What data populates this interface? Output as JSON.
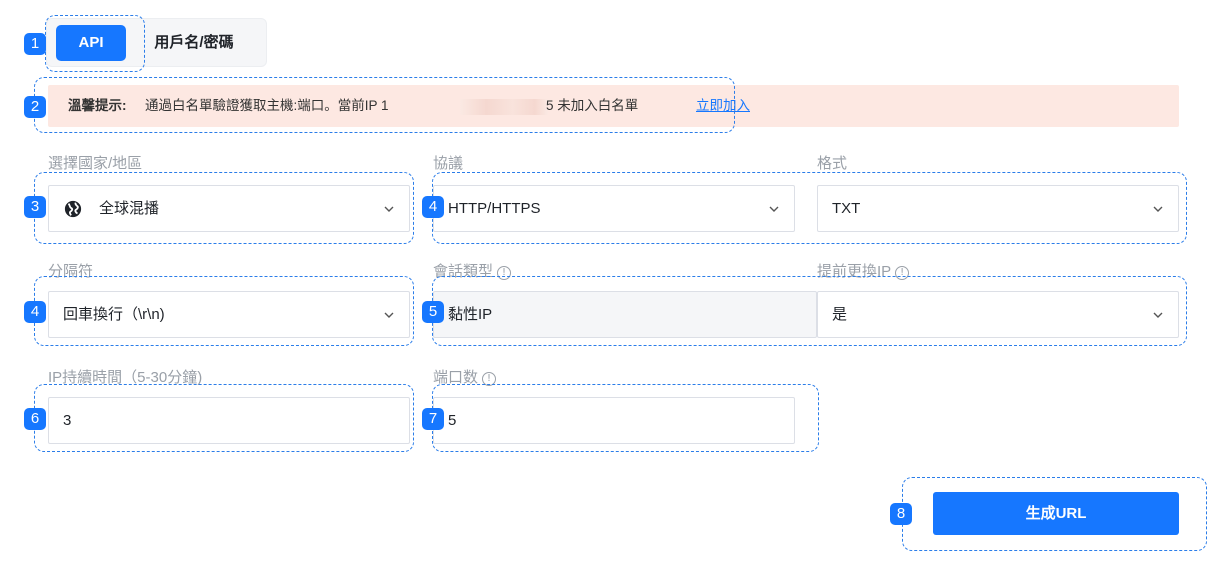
{
  "tabs": {
    "api_label": "API",
    "user_pass_label": "用戶名/密碼"
  },
  "notice": {
    "label": "溫馨提示:",
    "text": "通過白名單驗證獲取主機:端口。當前IP 1",
    "after_ip": "5 未加入白名單",
    "link": "立即加入"
  },
  "fields": {
    "country": {
      "label": "選擇國家/地區",
      "value": "全球混播",
      "icon": "globe-icon"
    },
    "protocol": {
      "label": "協議",
      "value": "HTTP/HTTPS"
    },
    "format": {
      "label": "格式",
      "value": "TXT"
    },
    "separator": {
      "label": "分隔符",
      "value": "回車換行（\\r\\n)"
    },
    "session_type": {
      "label": "會話類型",
      "value": "黏性IP"
    },
    "rotate_ip": {
      "label": "提前更換IP",
      "value": "是"
    },
    "ip_duration": {
      "label": "IP持續時間（5-30分鐘)",
      "value": "3"
    },
    "port_count": {
      "label": "端口数",
      "value": "5"
    }
  },
  "generate_button": "生成URL",
  "markers": [
    "1",
    "2",
    "3",
    "4",
    "4",
    "5",
    "6",
    "7",
    "8"
  ],
  "colors": {
    "accent": "#1677ff",
    "notice_bg": "#fde8e2",
    "annotation": "#2b7de9"
  }
}
